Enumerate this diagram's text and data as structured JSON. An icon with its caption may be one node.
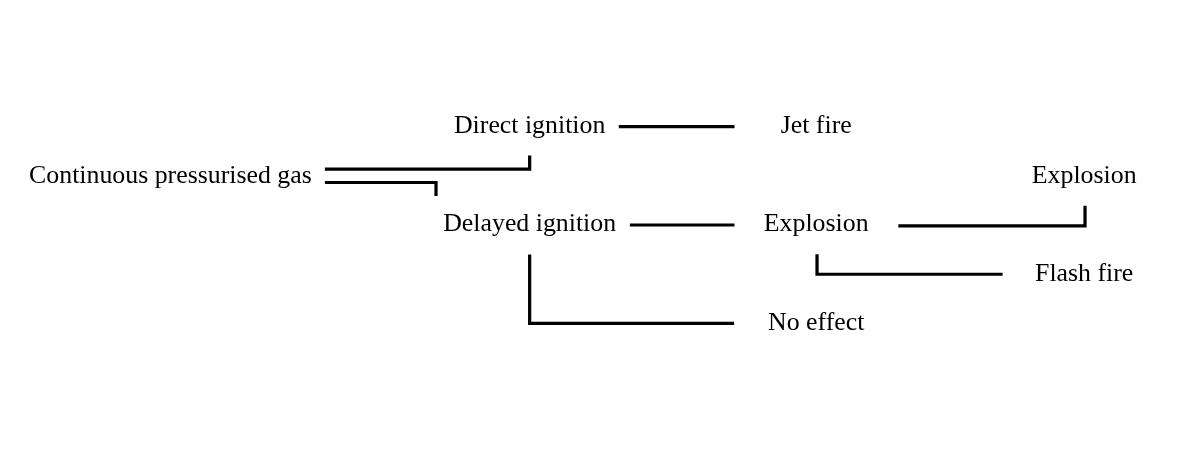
{
  "diagram": {
    "nodes": [
      {
        "text": [
          "Continuous pressurised gas"
        ]
      },
      {
        "text": [
          "Direct ignition"
        ]
      },
      {
        "text": [
          "Jet fire"
        ]
      },
      {
        "text": [
          "Delayed ignition"
        ]
      },
      {
        "text": [
          "Explosion"
        ]
      },
      {
        "text": [
          "Explosion"
        ]
      },
      {
        "text": [
          "Flash fire"
        ]
      },
      {
        "text": [
          "No effect"
        ]
      }
    ],
    "edges": [
      {
        "from": 0,
        "to": 1,
        "arrow": "none"
      },
      {
        "from": 1,
        "to": 2,
        "arrow": "none"
      },
      {
        "from": 0,
        "to": 3,
        "arrow": "none"
      },
      {
        "from": 3,
        "to": 4,
        "arrow": "none"
      },
      {
        "from": 4,
        "to": 5,
        "arrow": "none"
      },
      {
        "from": 4,
        "to": 6,
        "arrow": "none"
      },
      {
        "from": 3,
        "to": 7,
        "arrow": "none"
      }
    ]
  }
}
